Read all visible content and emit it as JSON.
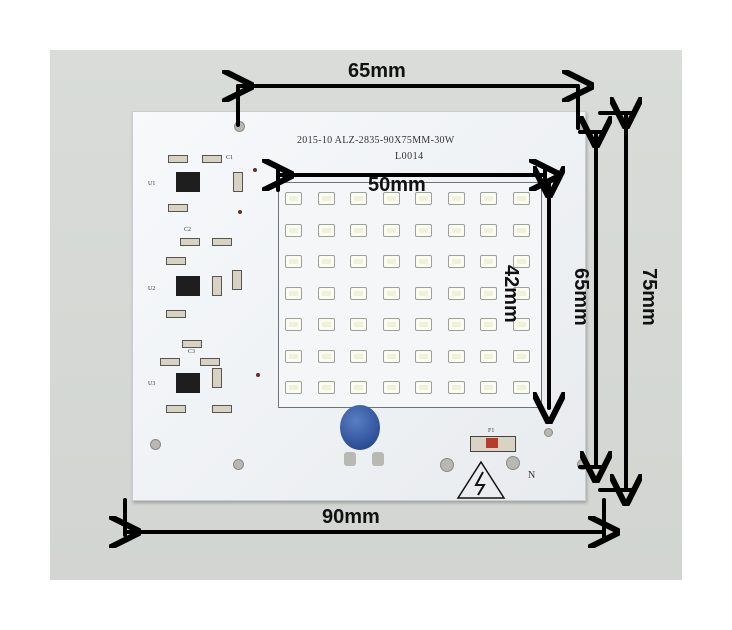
{
  "image": {
    "subject": "LED PCB module",
    "silkscreen": {
      "model": "2015-10  ALZ-2835-90X75MM-30W",
      "code": "L0014",
      "neutral": "N",
      "fuse": "F1"
    },
    "component_labels": {
      "u1": "U1",
      "u2": "U2",
      "u3": "U3",
      "c1": "C1",
      "c2": "C2",
      "c3": "C3"
    }
  },
  "dimensions": {
    "top_width": "65mm",
    "led_width": "50mm",
    "led_height": "42mm",
    "inner_height": "65mm",
    "total_height": "75mm",
    "total_width": "90mm"
  },
  "colors": {
    "board": "#f2f4f6",
    "arrow": "#000000",
    "capacitor": "#2f5aa8",
    "chip": "#1e1e1e"
  }
}
